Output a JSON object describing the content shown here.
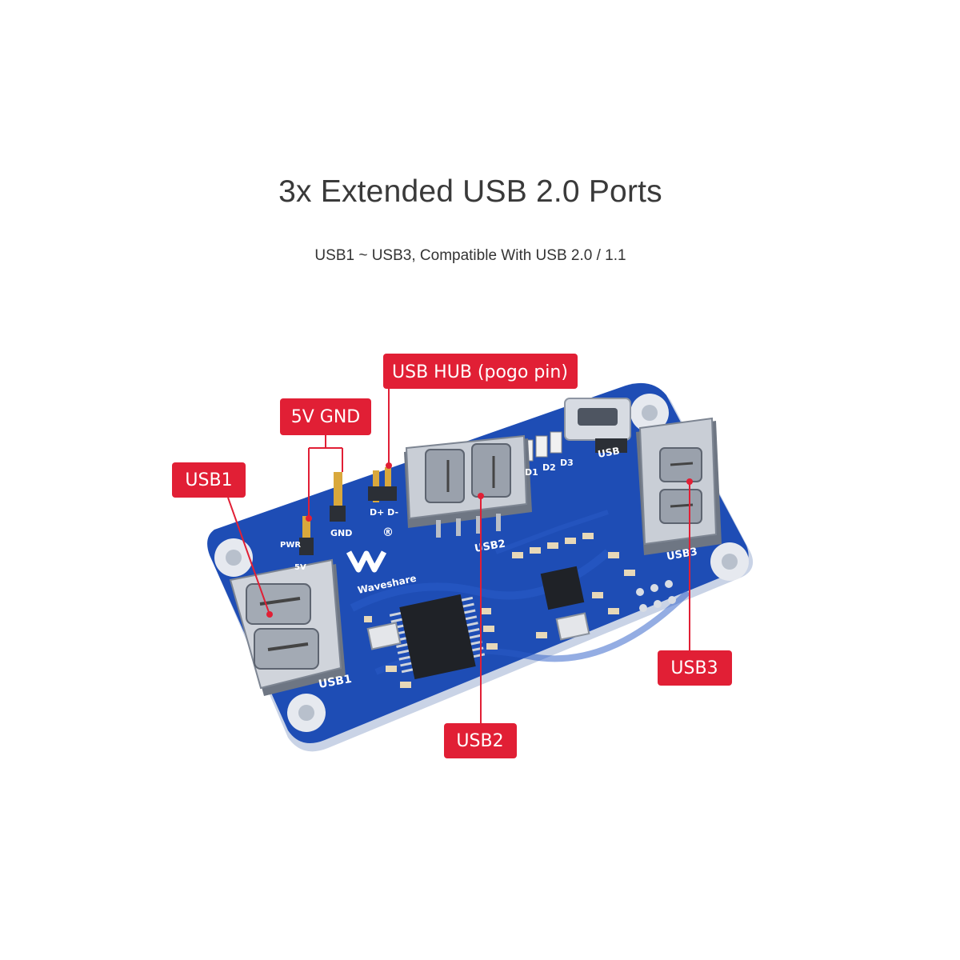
{
  "header": {
    "title": "3x Extended USB 2.0 Ports",
    "subtitle": "USB1 ~ USB3, Compatible With USB 2.0 / 1.1"
  },
  "callouts": {
    "usb_hub": "USB HUB (pogo pin)",
    "power": "5V GND",
    "usb1": "USB1",
    "usb2": "USB2",
    "usb3": "USB3"
  },
  "board": {
    "brand": "Waveshare",
    "silk_usb1": "USB1",
    "silk_usb2": "USB2",
    "silk_usb3": "USB3",
    "silk_usb": "USB",
    "silk_gnd": "GND",
    "silk_5v": "5V",
    "silk_pwr": "PWR",
    "silk_dplus_dminus": "D+ D-",
    "silk_d1": "D1",
    "silk_d2": "D2",
    "silk_d3": "D3",
    "registered": "®"
  },
  "colors": {
    "callout": "#e11f35",
    "pcb": "#1f4fb8",
    "background": "#ffffff"
  }
}
